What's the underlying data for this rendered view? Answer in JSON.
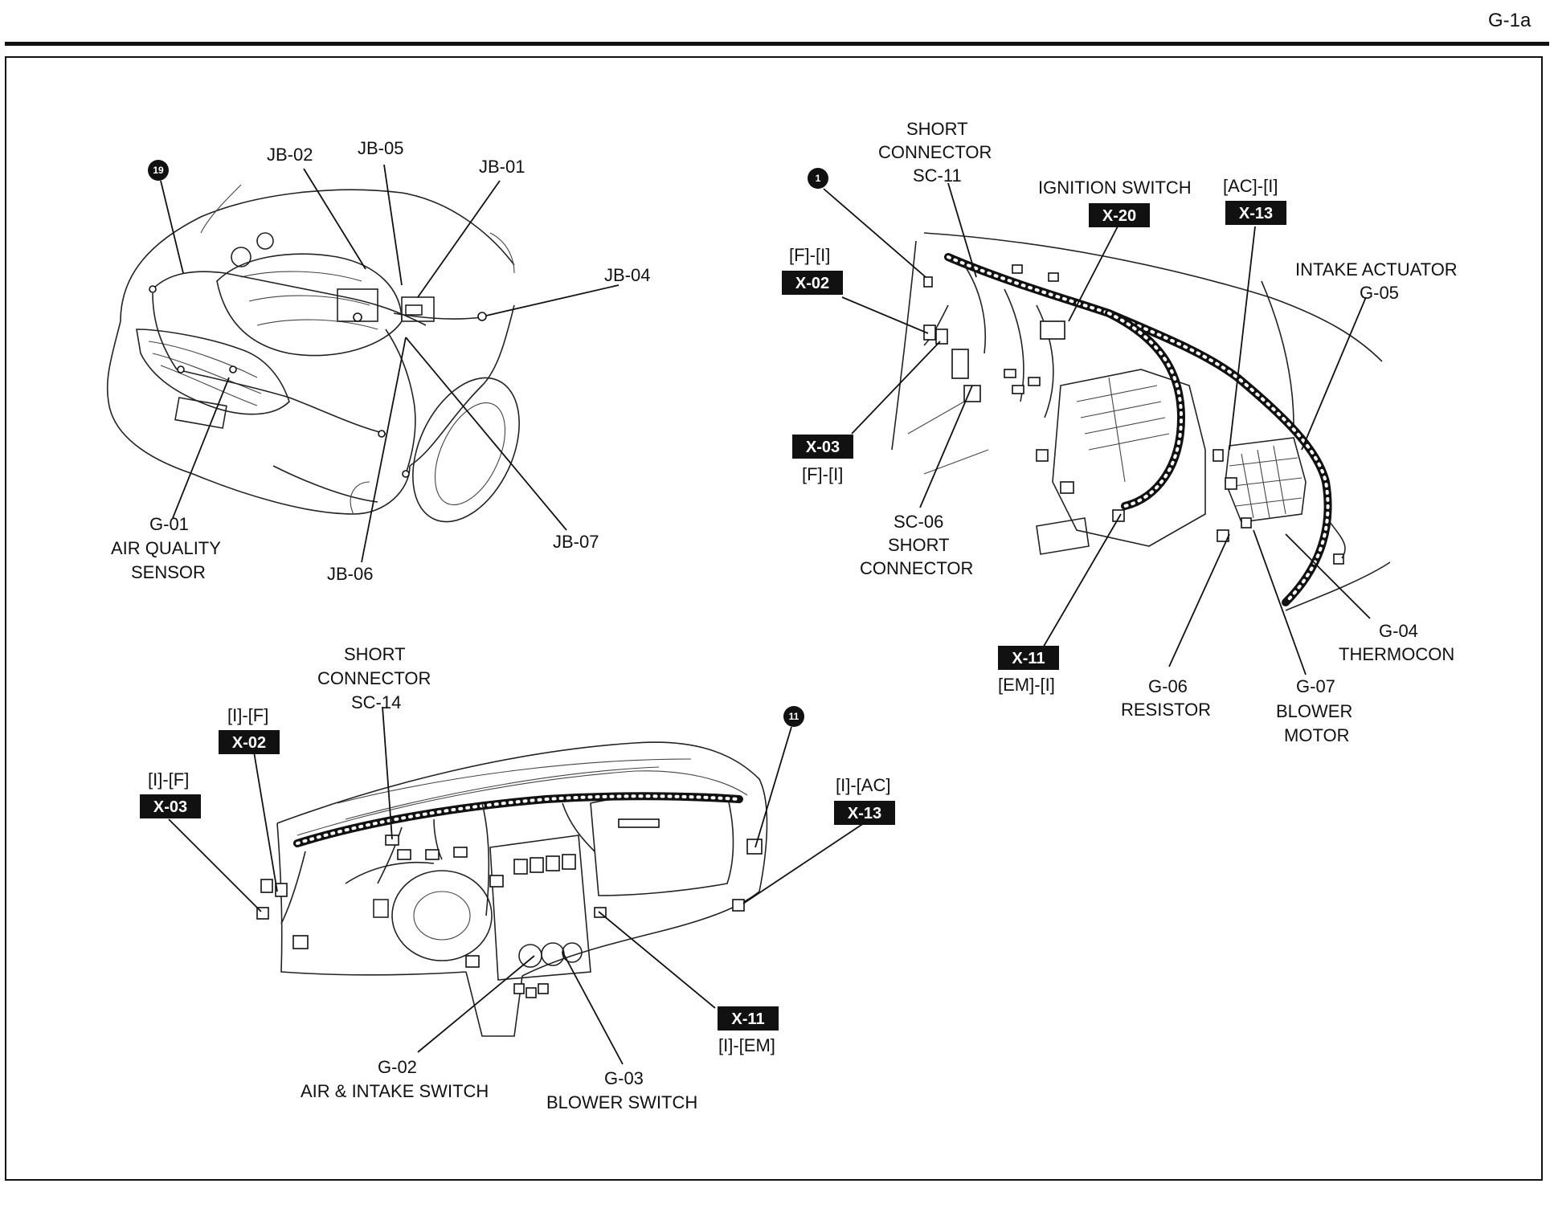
{
  "page_tag": "G-1a",
  "engine_view": {
    "ref_number": "19",
    "labels": {
      "jb02": "JB-02",
      "jb05": "JB-05",
      "jb01": "JB-01",
      "jb04": "JB-04",
      "jb07": "JB-07",
      "jb06": "JB-06",
      "g01_code": "G-01",
      "g01_name_1": "AIR QUALITY",
      "g01_name_2": "SENSOR"
    }
  },
  "hvac_view": {
    "ref_number": "1",
    "labels": {
      "sc11_1": "SHORT",
      "sc11_2": "CONNECTOR",
      "sc11_3": "SC-11",
      "ignition": "IGNITION SWITCH",
      "ac_i": "[AC]-[I]",
      "f_i_top": "[F]-[I]",
      "intake_1": "INTAKE ACTUATOR",
      "intake_2": "G-05",
      "f_i_bottom": "[F]-[I]",
      "sc06_1": "SC-06",
      "sc06_2": "SHORT",
      "sc06_3": "CONNECTOR",
      "em_i": "[EM]-[I]",
      "g06_1": "G-06",
      "g06_2": "RESISTOR",
      "g07_1": "G-07",
      "g07_2": "BLOWER",
      "g07_3": "MOTOR",
      "g04_1": "G-04",
      "g04_2": "THERMOCON"
    },
    "tags": {
      "x02": "X-02",
      "x03": "X-03",
      "x20": "X-20",
      "x13": "X-13",
      "x11": "X-11"
    }
  },
  "dash_view": {
    "ref_number": "11",
    "labels": {
      "sc14_1": "SHORT",
      "sc14_2": "CONNECTOR",
      "sc14_3": "SC-14",
      "i_f_1": "[I]-[F]",
      "i_f_2": "[I]-[F]",
      "i_ac": "[I]-[AC]",
      "i_em": "[I]-[EM]",
      "g02_1": "G-02",
      "g02_2": "AIR & INTAKE SWITCH",
      "g03_1": "G-03",
      "g03_2": "BLOWER SWITCH"
    },
    "tags": {
      "x02": "X-02",
      "x03": "X-03",
      "x13": "X-13",
      "x11": "X-11"
    }
  }
}
